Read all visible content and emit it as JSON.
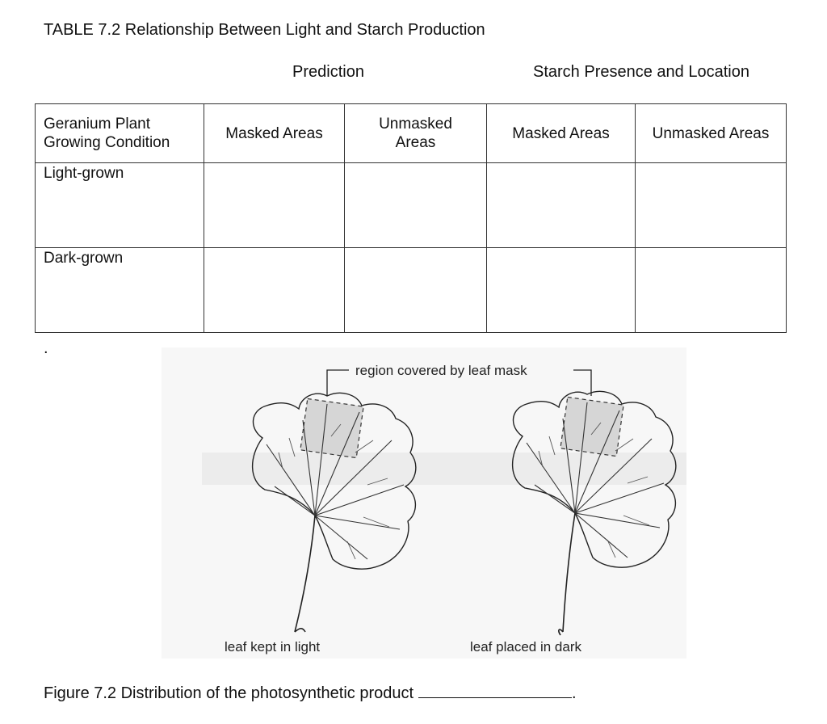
{
  "table": {
    "title": "TABLE 7.2 Relationship Between Light and Starch Production",
    "group_prediction": "Prediction",
    "group_starch": "Starch Presence and Location",
    "headers": [
      "Geranium Plant Growing Condition",
      "Masked Areas",
      "Unmasked Areas",
      "Masked Areas",
      "Unmasked Areas"
    ],
    "rows": [
      "Light-grown",
      "Dark-grown"
    ]
  },
  "separator": ".",
  "figure": {
    "mask_label": "region covered by leaf mask",
    "left_leaf_label": "leaf kept in light",
    "right_leaf_label": "leaf placed in dark",
    "caption": "Figure 7.2 Distribution of the photosynthetic product",
    "caption_end": "."
  }
}
